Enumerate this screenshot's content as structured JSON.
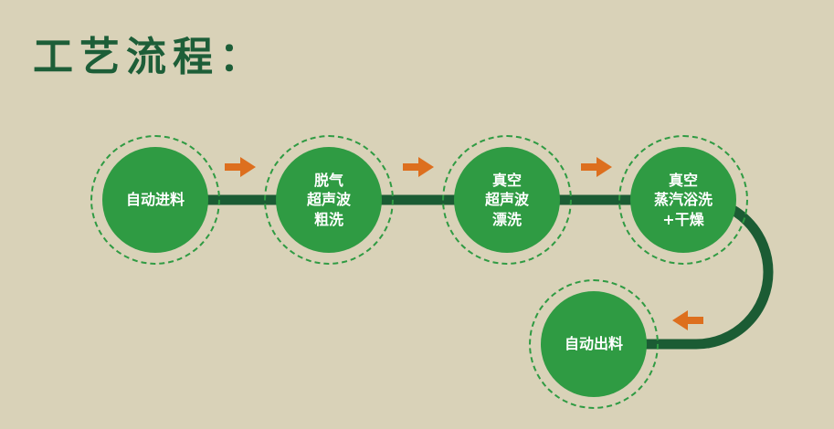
{
  "title": "工艺流程：",
  "colors": {
    "background": "#d9d2b8",
    "circle_fill": "#2f9b43",
    "circle_dash": "#2f9b43",
    "connector": "#1b5c34",
    "arrow": "#dd6f1e",
    "title": "#1d5e38",
    "circle_text": "#ffffff"
  },
  "icons": {
    "arrow_right": "orange right-pointing flow arrow",
    "arrow_left": "orange left-pointing flow arrow"
  },
  "steps": [
    {
      "name": "auto-feed",
      "lines": [
        "自动进料"
      ]
    },
    {
      "name": "degas-ultrasonic-rough-wash",
      "lines": [
        "脱气",
        "超声波",
        "粗洗"
      ]
    },
    {
      "name": "vacuum-ultrasonic-rinse",
      "lines": [
        "真空",
        "超声波",
        "漂洗"
      ]
    },
    {
      "name": "vacuum-steam-bath-wash-dry",
      "lines": [
        "真空",
        "蒸汽浴洗",
        "+干燥"
      ]
    },
    {
      "name": "auto-discharge",
      "lines": [
        "自动出料"
      ]
    }
  ]
}
